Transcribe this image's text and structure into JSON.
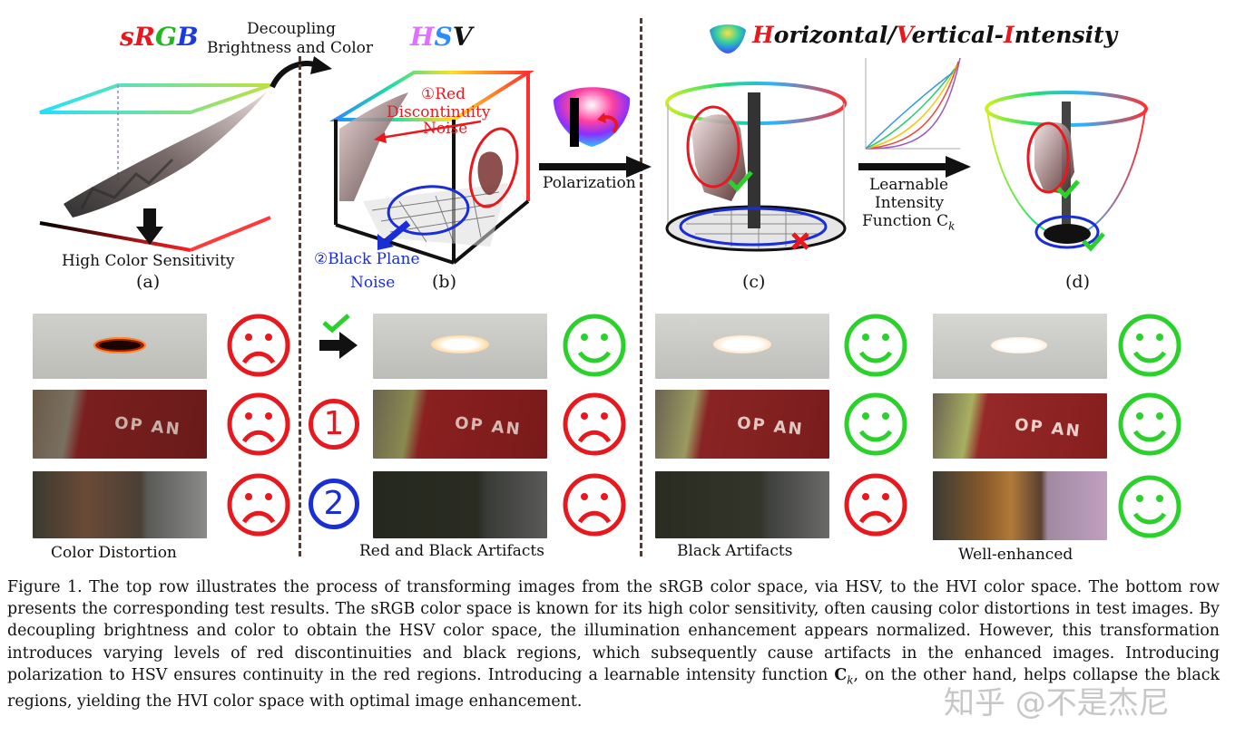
{
  "panel_a": {
    "title_s": "s",
    "title_r": "R",
    "title_g": "G",
    "title_b": "B",
    "label": "High Color Sensitivity",
    "sublabel": "(a)"
  },
  "arrow_decoupling": {
    "line1": "Decoupling",
    "line2": "Brightness and Color"
  },
  "panel_b": {
    "title_h": "H",
    "title_s": "S",
    "title_v": "V",
    "red_label_1": "①Red",
    "red_label_2": "Discontinuity",
    "red_label_3": "Noise",
    "blue_label_1": "②Black Plane",
    "blue_label_2": "Noise",
    "sublabel": "(b)"
  },
  "polarization": {
    "label": "Polarization"
  },
  "panel_c": {
    "sublabel": "(c)"
  },
  "learnable": {
    "line1": "Learnable",
    "line2": "Intensity",
    "line3": "Function C",
    "line3_sub": "k"
  },
  "panel_d": {
    "title_h": "H",
    "title_1": "orizontal/",
    "title_v": "V",
    "title_2": "ertical-",
    "title_i": "I",
    "title_3": "ntensity",
    "sublabel": "(d)"
  },
  "thumb_text": "OP AN",
  "markers": {
    "one": "1",
    "two": "2"
  },
  "bottom_labels": {
    "col1": "Color Distortion",
    "col2": "Red and Black Artifacts",
    "col3": "Black Artifacts",
    "col4": "Well-enhanced"
  },
  "caption": {
    "line1": "Figure 1. The top row illustrates the process of transforming images from the sRGB color space, via HSV, to the HVI color space. The bottom row presents the corresponding test results. The sRGB color space is known for its high color sensitivity, often causing color distortions in test images. By decoupling brightness and color to obtain the HSV color space, the illumination enhancement appears normalized. However, this transformation introduces varying levels of red discontinuities and black regions, which subsequently cause artifacts in the enhanced images. Introducing polarization to HSV ensures continuity in the red regions. Introducing a learnable intensity function ",
    "bold_c": "C",
    "bold_k": "k",
    "line2": ", on the other hand, helps collapse the black regions, yielding the HVI color space with optimal image enhancement."
  },
  "watermark": "知乎 @不是杰尼",
  "colors": {
    "red": "#e8191e",
    "green": "#2ad12a",
    "blue": "#1a2ed6",
    "dash": "#5a3a2a"
  }
}
